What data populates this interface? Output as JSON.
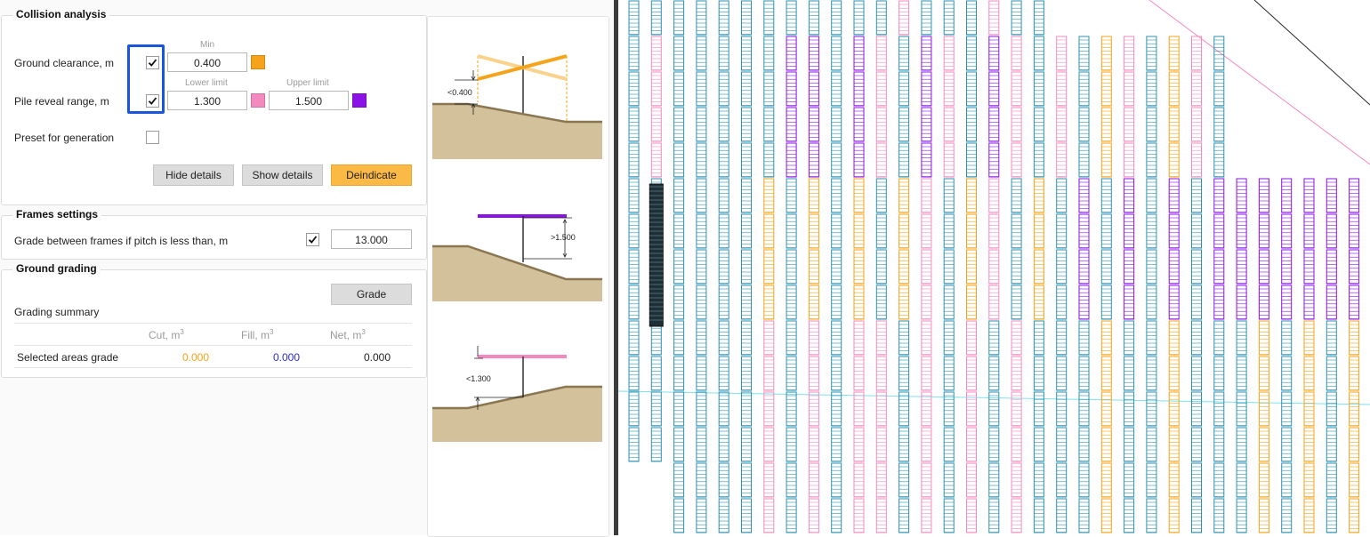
{
  "collision": {
    "title": "Collision analysis",
    "ground_clearance_label": "Ground clearance, m",
    "min_caption": "Min",
    "ground_clearance_value": "0.400",
    "ground_clearance_checked": true,
    "pile_reveal_label": "Pile reveal range, m",
    "lower_caption": "Lower limit",
    "upper_caption": "Upper limit",
    "pile_lower_value": "1.300",
    "pile_upper_value": "1.500",
    "pile_reveal_checked": true,
    "preset_label": "Preset for generation",
    "preset_checked": false,
    "hide_details": "Hide details",
    "show_details": "Show details",
    "deindicate": "Deindicate"
  },
  "frames": {
    "title": "Frames settings",
    "grade_label": "Grade between frames if pitch is less than, m",
    "grade_checked": true,
    "grade_value": "13.000"
  },
  "grading": {
    "title": "Ground grading",
    "grade_button": "Grade",
    "summary_label": "Grading summary",
    "col_cut": "Cut, m",
    "col_fill": "Fill, m",
    "col_net": "Net, m",
    "unit_sup": "3",
    "row_label": "Selected areas grade",
    "cut": "0.000",
    "fill": "0.000",
    "net": "0.000"
  },
  "diagram": {
    "clearance_label": "<0.400",
    "upper_label": ">1.500",
    "lower_label": "<1.300"
  },
  "colors": {
    "orange": "#f5a31a",
    "orange_light": "#fad28c",
    "pink": "#f28ac0",
    "purple": "#8a12e6",
    "teal": "#2e8fb0",
    "ground": "#d3c19c",
    "ground_edge": "#8a7650",
    "fill_blue": "#2b2bd6"
  },
  "icons": {
    "check": "check-icon"
  }
}
